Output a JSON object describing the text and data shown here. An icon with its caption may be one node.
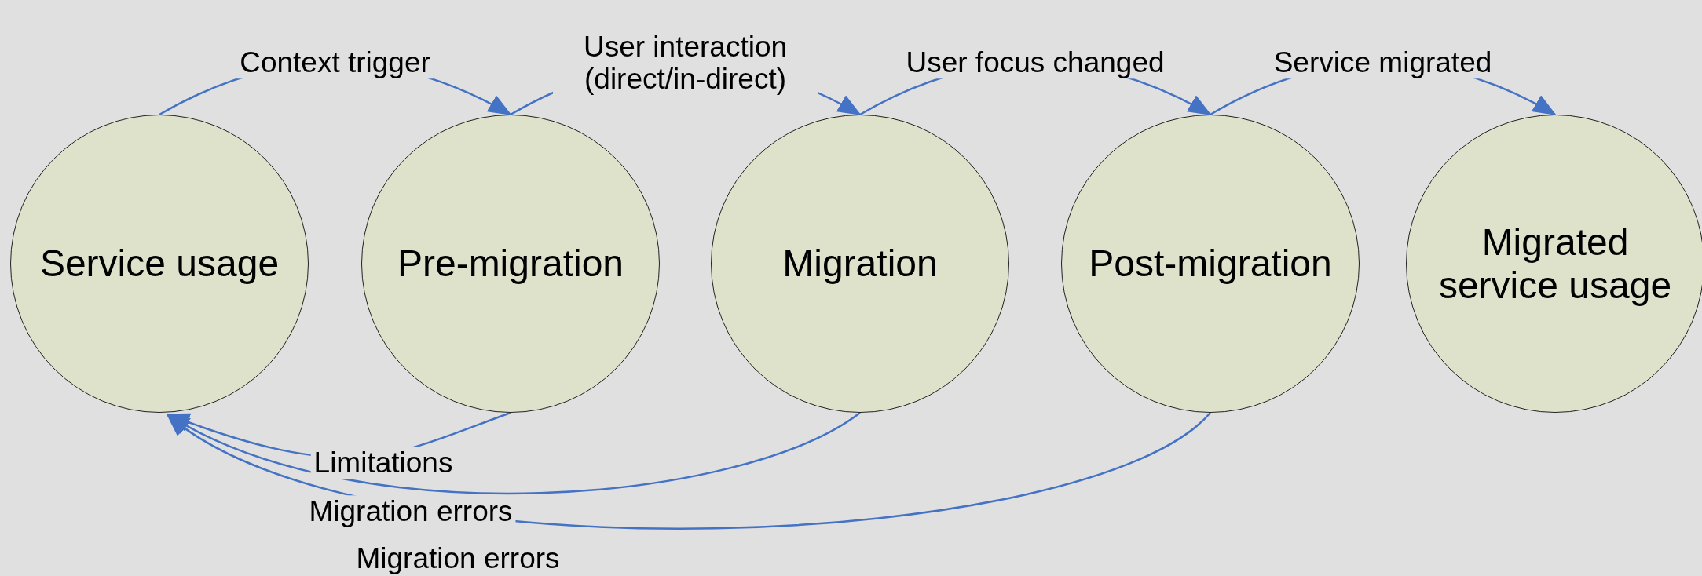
{
  "diagram": {
    "nodes": [
      {
        "text": [
          "Service usage"
        ]
      },
      {
        "text": [
          "Pre-migration"
        ]
      },
      {
        "text": [
          "Migration"
        ]
      },
      {
        "text": [
          "Post-migration"
        ]
      },
      {
        "text": [
          "Migrated service usage"
        ]
      }
    ],
    "edges": [
      {
        "from": 0,
        "to": 1,
        "arrow": "to",
        "label": "Context trigger"
      },
      {
        "from": 1,
        "to": 2,
        "arrow": "to",
        "label": "User interaction (direct/in-direct)"
      },
      {
        "from": 2,
        "to": 3,
        "arrow": "to",
        "label": "User focus changed"
      },
      {
        "from": 3,
        "to": 4,
        "arrow": "to",
        "label": "Service migrated"
      },
      {
        "from": 1,
        "to": 0,
        "arrow": "to",
        "label": "Limitations"
      },
      {
        "from": 2,
        "to": 0,
        "arrow": "to",
        "label": "Migration errors"
      },
      {
        "from": 3,
        "to": 0,
        "arrow": "to",
        "label": "Migration errors"
      }
    ]
  }
}
